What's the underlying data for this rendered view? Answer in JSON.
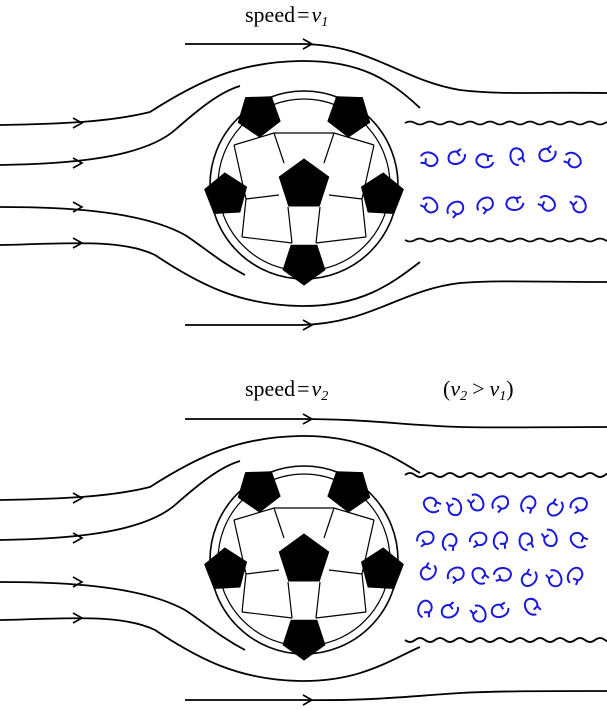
{
  "panels": [
    {
      "id": "top",
      "speed_label": {
        "prefix": "speed",
        "equals": "=",
        "symbol": "v",
        "subscript": "1"
      },
      "condition_label": null,
      "vortex_count": 12
    },
    {
      "id": "bottom",
      "speed_label": {
        "prefix": "speed",
        "equals": "=",
        "symbol": "v",
        "subscript": "2"
      },
      "condition_label": {
        "open": "(",
        "left_symbol": "v",
        "left_subscript": "2",
        "op": ">",
        "right_symbol": "v",
        "right_subscript": "1",
        "close": ")"
      },
      "vortex_count": 26
    }
  ],
  "colors": {
    "streamline": "#000000",
    "vortex": "#1a1adb",
    "ball_black_patch": "#000000",
    "ball_white": "#ffffff"
  },
  "icons": {
    "ball": "soccer-ball-icon",
    "vortex": "vortex-arrow-icon",
    "arrowhead": "flow-direction-arrow-icon"
  }
}
